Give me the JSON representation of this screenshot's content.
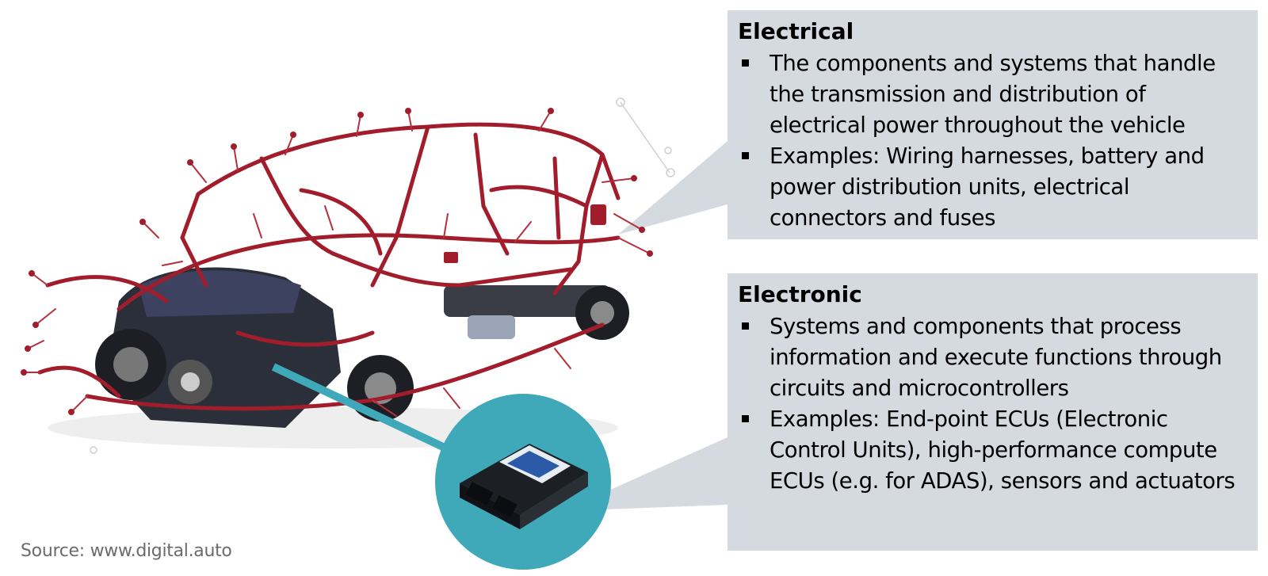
{
  "colors": {
    "panel": "#d5d9e0",
    "wire": "#a11d2c",
    "teal_accent": "#3fa9b9",
    "ecu_body": "#1c1f24"
  },
  "electrical": {
    "heading": "Electrical",
    "bullets": [
      "The components and systems that handle the transmission and distribution of electrical power throughout the vehicle",
      "Examples: Wiring harnesses, battery and power distribution units, electrical connectors and fuses"
    ]
  },
  "electronic": {
    "heading": "Electronic",
    "bullets": [
      "Systems and components that process information and execute functions through circuits and microcontrollers",
      "Examples: End-point ECUs (Electronic Control Units), high-performance compute ECUs (e.g. for ADAS), sensors and actuators"
    ]
  },
  "source": "Source: www.digital.auto",
  "images": {
    "vehicle": "vehicle-wiring-harness-image",
    "ecu": "ecu-module-image"
  }
}
